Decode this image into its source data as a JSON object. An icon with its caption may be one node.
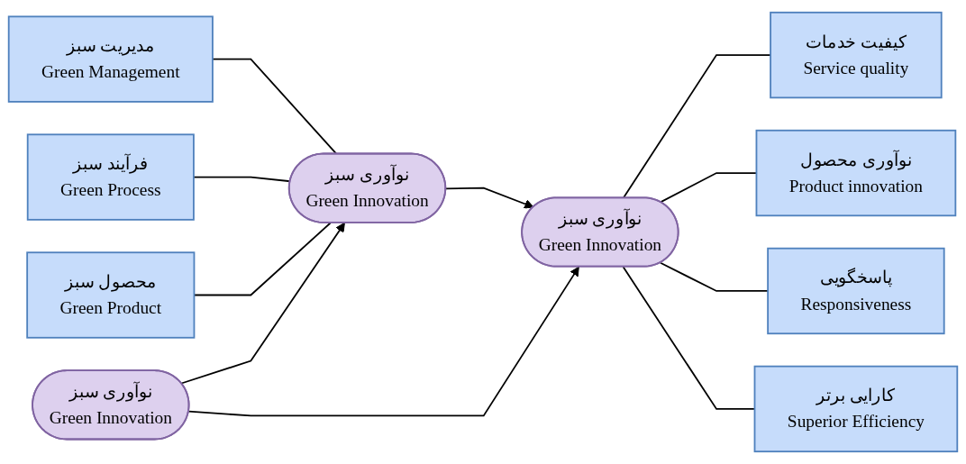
{
  "diagram": {
    "nodes": [
      {
        "text": [
          "مدیریت سبز",
          "Green Management"
        ]
      },
      {
        "text": [
          "فرآیند سبز",
          "Green Process"
        ]
      },
      {
        "text": [
          "محصول سبز",
          "Green Product"
        ]
      },
      {
        "text": [
          "کیفیت خدمات",
          "Service quality"
        ]
      },
      {
        "text": [
          "نوآوری محصول",
          "Product innovation"
        ]
      },
      {
        "text": [
          "پاسخگویی",
          "Responsiveness"
        ]
      },
      {
        "text": [
          "کارایی برتر",
          "Superior Efficiency"
        ]
      },
      {
        "text": [
          "نوآوری سبز",
          "Green Innovation"
        ]
      },
      {
        "text": [
          "نوآوری سبز",
          "Green Innovation"
        ]
      },
      {
        "text": [
          "نوآوری سبز",
          "Green Innovation"
        ]
      }
    ],
    "edges": [
      {
        "from": 0,
        "to": 7,
        "arrow": "none"
      },
      {
        "from": 1,
        "to": 7,
        "arrow": "none"
      },
      {
        "from": 2,
        "to": 7,
        "arrow": "none"
      },
      {
        "from": 8,
        "to": 7,
        "arrow": "to"
      },
      {
        "from": 7,
        "to": 9,
        "arrow": "to"
      },
      {
        "from": 8,
        "to": 9,
        "arrow": "to"
      },
      {
        "from": 9,
        "to": 3,
        "arrow": "none"
      },
      {
        "from": 9,
        "to": 4,
        "arrow": "none"
      },
      {
        "from": 9,
        "to": 5,
        "arrow": "none"
      },
      {
        "from": 9,
        "to": 6,
        "arrow": "none"
      }
    ]
  }
}
